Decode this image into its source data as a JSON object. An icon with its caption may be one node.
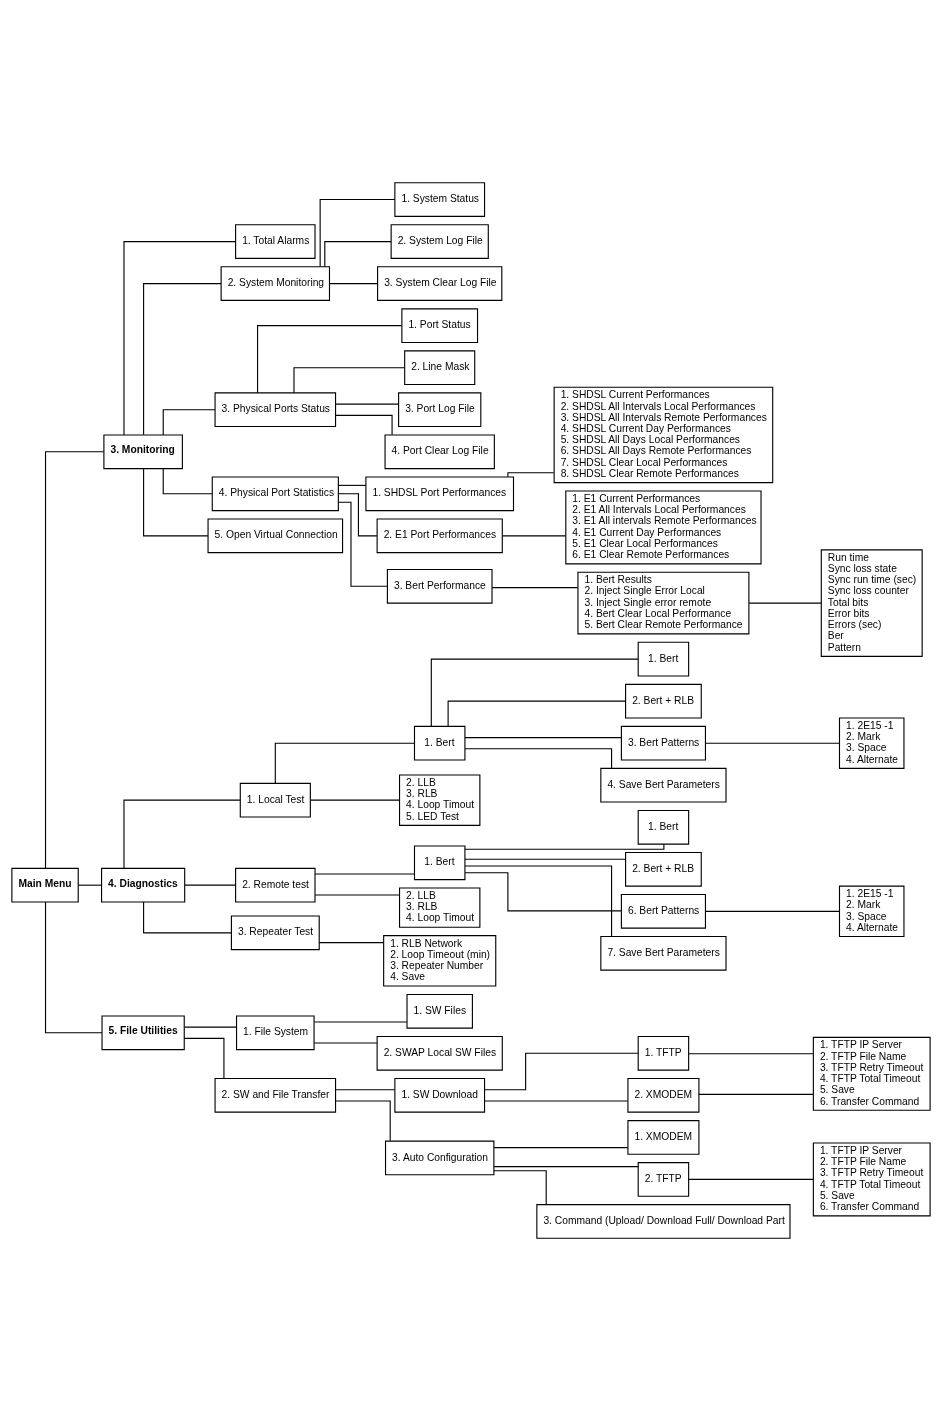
{
  "diagram": {
    "nodes": [
      {
        "text": [
          "Main Menu"
        ]
      },
      {
        "text": [
          "3. Monitoring"
        ]
      },
      {
        "text": [
          "1. Total Alarms"
        ]
      },
      {
        "text": [
          "2. System Monitoring"
        ]
      },
      {
        "text": [
          "1. System Status"
        ]
      },
      {
        "text": [
          "2. System Log File"
        ]
      },
      {
        "text": [
          "3. System Clear Log File"
        ]
      },
      {
        "text": [
          "3. Physical Ports Status"
        ]
      },
      {
        "text": [
          "1. Port Status"
        ]
      },
      {
        "text": [
          "2. Line Mask"
        ]
      },
      {
        "text": [
          "3. Port Log File"
        ]
      },
      {
        "text": [
          "4. Port Clear Log File"
        ]
      },
      {
        "text": [
          "4. Physical Port Statistics"
        ]
      },
      {
        "text": [
          "1. SHDSL Port Performances"
        ]
      },
      {
        "text": [
          "1. SHDSL Current Performances",
          "2. SHDSL All Intervals Local Performances",
          "3. SHDSL All Intervals Remote Performances",
          "4. SHDSL Current Day Performances",
          "5. SHDSL All Days Local Performances",
          "6. SHDSL All Days Remote Performances",
          "7. SHDSL Clear Local Performances",
          "8. SHDSL Clear Remote Performances"
        ]
      },
      {
        "text": [
          "2. E1 Port Performances"
        ]
      },
      {
        "text": [
          "1. E1 Current Performances",
          "2. E1 All Intervals Local Performances",
          "3. E1 All intervals Remote Performances",
          "4. E1 Current Day Performances",
          "5. E1 Clear Local Performances",
          "6. E1 Clear Remote Performances"
        ]
      },
      {
        "text": [
          "3. Bert Performance"
        ]
      },
      {
        "text": [
          "1. Bert Results",
          "2. Inject Single Error Local",
          "3. Inject Single error remote",
          "4. Bert Clear Local Performance",
          "5. Bert Clear Remote Performance"
        ]
      },
      {
        "text": [
          "Run time",
          "Sync loss state",
          "Sync run time (sec)",
          "Sync loss counter",
          "Total bits",
          "Error bits",
          "Errors (sec)",
          "Ber",
          "Pattern"
        ]
      },
      {
        "text": [
          "5. Open Virtual Connection"
        ]
      },
      {
        "text": [
          "4. Diagnostics"
        ]
      },
      {
        "text": [
          "1. Local Test"
        ]
      },
      {
        "text": [
          "1. Bert"
        ]
      },
      {
        "text": [
          "1. Bert"
        ]
      },
      {
        "text": [
          "2. Bert + RLB"
        ]
      },
      {
        "text": [
          "3. Bert Patterns"
        ]
      },
      {
        "text": [
          "1. 2E15 -1",
          "2. Mark",
          "3. Space",
          "4. Alternate"
        ]
      },
      {
        "text": [
          "4. Save Bert Parameters"
        ]
      },
      {
        "text": [
          "2. LLB",
          "3. RLB",
          "4. Loop Timout",
          "5. LED Test"
        ]
      },
      {
        "text": [
          "2. Remote test"
        ]
      },
      {
        "text": [
          "1. Bert"
        ]
      },
      {
        "text": [
          "1. Bert"
        ]
      },
      {
        "text": [
          "2. Bert + RLB"
        ]
      },
      {
        "text": [
          "6. Bert Patterns"
        ]
      },
      {
        "text": [
          "1. 2E15 -1",
          "2. Mark",
          "3. Space",
          "4. Alternate"
        ]
      },
      {
        "text": [
          "7. Save Bert Parameters"
        ]
      },
      {
        "text": [
          "2. LLB",
          "3. RLB",
          "4. Loop Timout"
        ]
      },
      {
        "text": [
          "3. Repeater Test"
        ]
      },
      {
        "text": [
          "1. RLB Network",
          "2. Loop Timeout (min)",
          "3. Repeater Number",
          "4. Save"
        ]
      },
      {
        "text": [
          "5. File Utilities"
        ]
      },
      {
        "text": [
          "1. File System"
        ]
      },
      {
        "text": [
          "1. SW Files"
        ]
      },
      {
        "text": [
          "2. SWAP Local SW Files"
        ]
      },
      {
        "text": [
          "2. SW and File Transfer"
        ]
      },
      {
        "text": [
          "1. SW Download"
        ]
      },
      {
        "text": [
          "1. TFTP"
        ]
      },
      {
        "text": [
          "1. TFTP IP Server",
          "2. TFTP File Name",
          "3. TFTP Retry Timeout",
          "4. TFTP Total Timeout",
          "5. Save",
          "6. Transfer Command"
        ]
      },
      {
        "text": [
          "2. XMODEM"
        ]
      },
      {
        "text": [
          "3. Auto Configuration"
        ]
      },
      {
        "text": [
          "1. XMODEM"
        ]
      },
      {
        "text": [
          "2. TFTP"
        ]
      },
      {
        "text": [
          "1. TFTP IP Server",
          "2. TFTP File Name",
          "3. TFTP Retry Timeout",
          "4. TFTP Total Timeout",
          "5. Save",
          "6. Transfer Command"
        ]
      },
      {
        "text": [
          "3. Command (Upload/ Download Full/ Download Part"
        ]
      }
    ],
    "edges": [
      {
        "from": 0,
        "to": 1,
        "arrow": "none"
      },
      {
        "from": 1,
        "to": 2,
        "arrow": "none"
      },
      {
        "from": 1,
        "to": 3,
        "arrow": "none"
      },
      {
        "from": 3,
        "to": 4,
        "arrow": "none"
      },
      {
        "from": 3,
        "to": 5,
        "arrow": "none"
      },
      {
        "from": 3,
        "to": 6,
        "arrow": "none"
      },
      {
        "from": 1,
        "to": 7,
        "arrow": "none"
      },
      {
        "from": 7,
        "to": 8,
        "arrow": "none"
      },
      {
        "from": 7,
        "to": 9,
        "arrow": "none"
      },
      {
        "from": 7,
        "to": 10,
        "arrow": "none"
      },
      {
        "from": 7,
        "to": 11,
        "arrow": "none"
      },
      {
        "from": 1,
        "to": 12,
        "arrow": "none"
      },
      {
        "from": 12,
        "to": 13,
        "arrow": "none"
      },
      {
        "from": 13,
        "to": 14,
        "arrow": "none"
      },
      {
        "from": 12,
        "to": 15,
        "arrow": "none"
      },
      {
        "from": 15,
        "to": 16,
        "arrow": "none"
      },
      {
        "from": 12,
        "to": 17,
        "arrow": "none"
      },
      {
        "from": 17,
        "to": 18,
        "arrow": "none"
      },
      {
        "from": 18,
        "to": 19,
        "arrow": "none"
      },
      {
        "from": 1,
        "to": 20,
        "arrow": "none"
      },
      {
        "from": 0,
        "to": 21,
        "arrow": "none"
      },
      {
        "from": 21,
        "to": 22,
        "arrow": "none"
      },
      {
        "from": 22,
        "to": 23,
        "arrow": "none"
      },
      {
        "from": 23,
        "to": 24,
        "arrow": "none"
      },
      {
        "from": 23,
        "to": 25,
        "arrow": "none"
      },
      {
        "from": 23,
        "to": 26,
        "arrow": "none"
      },
      {
        "from": 26,
        "to": 27,
        "arrow": "none"
      },
      {
        "from": 23,
        "to": 28,
        "arrow": "none"
      },
      {
        "from": 22,
        "to": 29,
        "arrow": "none"
      },
      {
        "from": 21,
        "to": 30,
        "arrow": "none"
      },
      {
        "from": 30,
        "to": 31,
        "arrow": "none"
      },
      {
        "from": 31,
        "to": 32,
        "arrow": "none"
      },
      {
        "from": 31,
        "to": 33,
        "arrow": "none"
      },
      {
        "from": 31,
        "to": 34,
        "arrow": "none"
      },
      {
        "from": 34,
        "to": 35,
        "arrow": "none"
      },
      {
        "from": 31,
        "to": 36,
        "arrow": "none"
      },
      {
        "from": 30,
        "to": 37,
        "arrow": "none"
      },
      {
        "from": 21,
        "to": 38,
        "arrow": "none"
      },
      {
        "from": 38,
        "to": 39,
        "arrow": "none"
      },
      {
        "from": 0,
        "to": 40,
        "arrow": "none"
      },
      {
        "from": 40,
        "to": 41,
        "arrow": "none"
      },
      {
        "from": 41,
        "to": 42,
        "arrow": "none"
      },
      {
        "from": 41,
        "to": 43,
        "arrow": "none"
      },
      {
        "from": 40,
        "to": 44,
        "arrow": "none"
      },
      {
        "from": 44,
        "to": 45,
        "arrow": "none"
      },
      {
        "from": 45,
        "to": 46,
        "arrow": "none"
      },
      {
        "from": 46,
        "to": 47,
        "arrow": "none"
      },
      {
        "from": 45,
        "to": 48,
        "arrow": "none"
      },
      {
        "from": 48,
        "to": 47,
        "arrow": "none"
      },
      {
        "from": 44,
        "to": 49,
        "arrow": "none"
      },
      {
        "from": 49,
        "to": 50,
        "arrow": "none"
      },
      {
        "from": 49,
        "to": 51,
        "arrow": "none"
      },
      {
        "from": 51,
        "to": 52,
        "arrow": "none"
      },
      {
        "from": 49,
        "to": 53,
        "arrow": "none"
      }
    ]
  }
}
